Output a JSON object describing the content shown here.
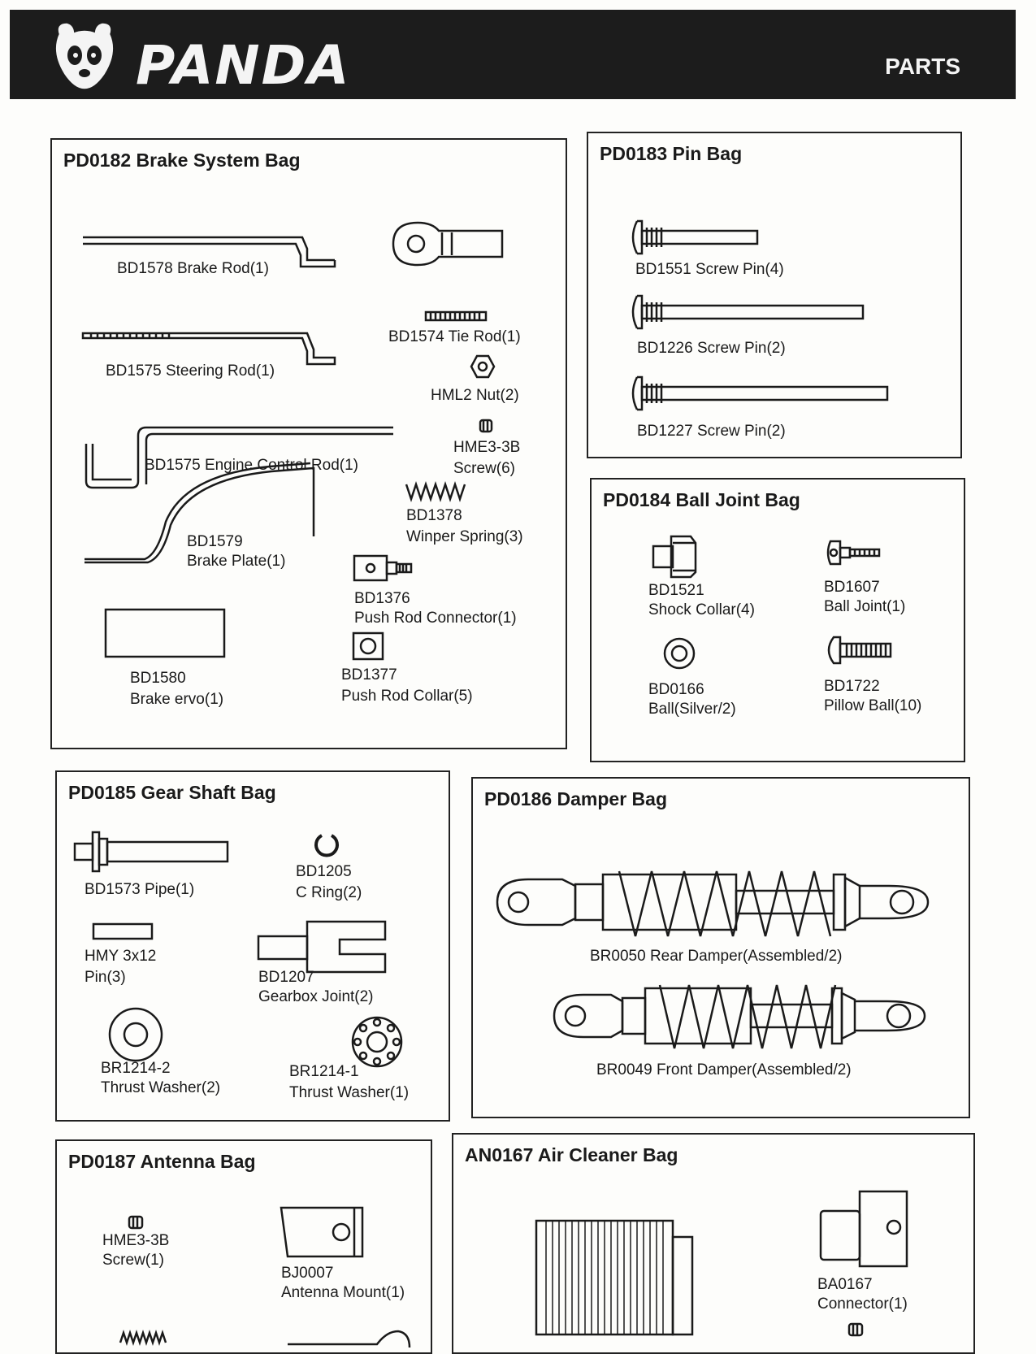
{
  "header": {
    "brand": "PANDA",
    "section": "PARTS"
  },
  "bags": {
    "brake": {
      "title": "PD0182 Brake System Bag",
      "items": {
        "brake_rod": "BD1578 Brake Rod(1)",
        "steering_rod": "BD1575 Steering Rod(1)",
        "engine_rod": "BD1575  Engine Control Rod(1)",
        "tie_rod": "BD1574 Tie Rod(1)",
        "nut": "HML2 Nut(2)",
        "screw_code": "HME3-3B",
        "screw_desc": "Screw(6)",
        "spring_code": "BD1378",
        "spring_desc": "Winper Spring(3)",
        "plate_code": "BD1579",
        "plate_desc": "Brake Plate(1)",
        "connector_code": "BD1376",
        "connector_desc": "Push Rod Connector(1)",
        "servo_code": "BD1580",
        "servo_desc": "Brake ervo(1)",
        "collar_code": "BD1377",
        "collar_desc": "Push Rod Collar(5)"
      }
    },
    "pin": {
      "title": "PD0183 Pin Bag",
      "items": {
        "p1": "BD1551 Screw Pin(4)",
        "p2": "BD1226 Screw Pin(2)",
        "p3": "BD1227 Screw Pin(2)"
      }
    },
    "ball": {
      "title": "PD0184 Ball Joint Bag",
      "items": {
        "collar_code": "BD1521",
        "collar_desc": "Shock Collar(4)",
        "joint_code": "BD1607",
        "joint_desc": "Ball Joint(1)",
        "ball_code": "BD0166",
        "ball_desc": "Ball(Silver/2)",
        "pillow_code": "BD1722",
        "pillow_desc": "Pillow Ball(10)"
      }
    },
    "gear": {
      "title": "PD0185 Gear Shaft Bag",
      "items": {
        "pipe": "BD1573 Pipe(1)",
        "cring_code": "BD1205",
        "cring_desc": "C Ring(2)",
        "pin_code": "HMY 3x12",
        "pin_desc": "Pin(3)",
        "joint_code": "BD1207",
        "joint_desc": "Gearbox Joint(2)",
        "washer2_code": "BR1214-2",
        "washer2_desc": "Thrust Washer(2)",
        "washer1_code": "BR1214-1",
        "washer1_desc": "Thrust Washer(1)"
      }
    },
    "damper": {
      "title": "PD0186 Damper Bag",
      "items": {
        "rear": "BR0050 Rear Damper(Assembled/2)",
        "front": "BR0049 Front Damper(Assembled/2)"
      }
    },
    "antenna": {
      "title": "PD0187 Antenna Bag",
      "items": {
        "screw_code": "HME3-3B",
        "screw_desc": "Screw(1)",
        "mount_code": "BJ0007",
        "mount_desc": "Antenna Mount(1)"
      }
    },
    "air": {
      "title": "AN0167 Air Cleaner Bag",
      "items": {
        "conn_code": "BA0167",
        "conn_desc": "Connector(1)"
      }
    }
  }
}
